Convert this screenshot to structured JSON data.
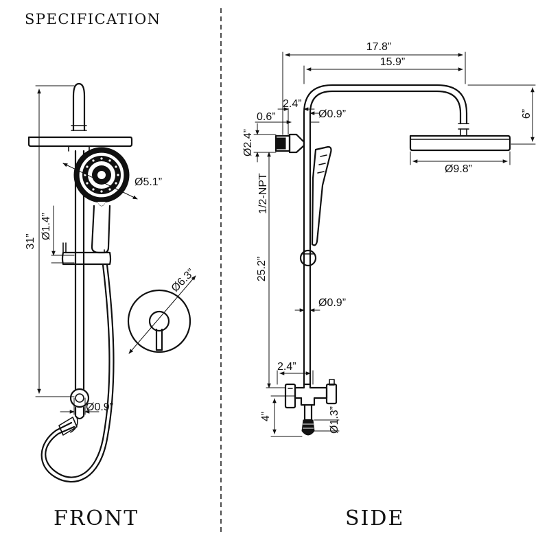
{
  "header": {
    "title": "SPECIFICATION"
  },
  "views": {
    "front_label": "FRONT",
    "side_label": "SIDE"
  },
  "colors": {
    "line": "#111111",
    "background": "#ffffff"
  },
  "front_dims": {
    "total_height": "31”",
    "bar_diameter": "Ø1.4”",
    "hand_shower_diameter": "Ø5.1”",
    "escutcheon_diameter": "Ø6.3”",
    "bottom_bar_diameter": "Ø0.9”"
  },
  "side_dims": {
    "arm_total_reach": "17.8”",
    "arm_reach": "15.9”",
    "head_drop": "6”",
    "top_offset": "2.4”",
    "arm_offset": "0.6”",
    "arm_diameter": "Ø0.9”",
    "bracket_diameter": "Ø2.4”",
    "head_diameter": "Ø9.8”",
    "thread_spec": "1/2-NPT",
    "bar_length": "25.2”",
    "bar_diameter": "Ø0.9”",
    "valve_offset": "2.4”",
    "outlet_length": "4”",
    "outlet_diameter": "Ø1.3”"
  }
}
